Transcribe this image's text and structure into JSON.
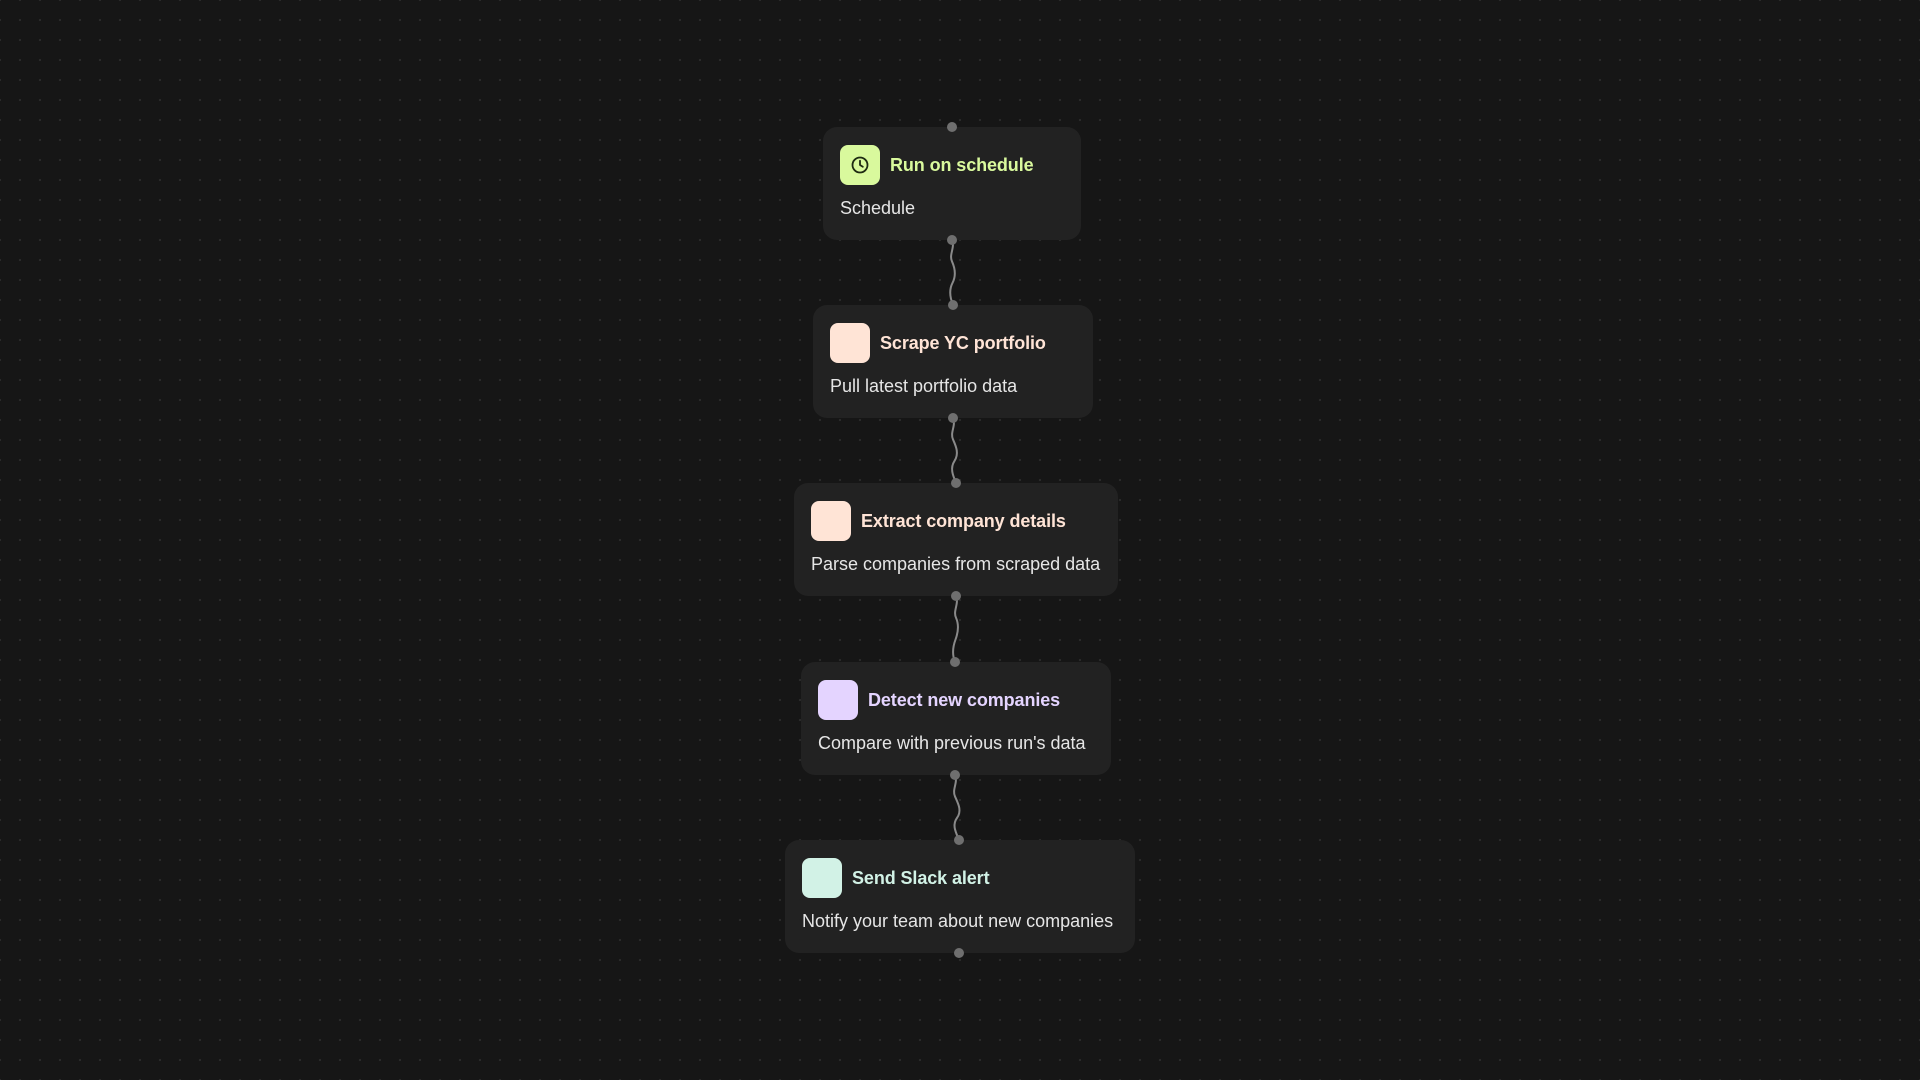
{
  "workflow": {
    "nodes": [
      {
        "title": "Run on schedule",
        "description": "Schedule",
        "icon": "clock-icon",
        "icon_bg": "#d9f99d",
        "title_color": "#d9f99d"
      },
      {
        "title": "Scrape YC portfolio",
        "description": "Pull latest portfolio data",
        "icon": "blank-icon",
        "icon_bg": "#ffe4d6",
        "title_color": "#ffe4d6"
      },
      {
        "title": "Extract company details",
        "description": "Parse companies from scraped data",
        "icon": "blank-icon",
        "icon_bg": "#ffe4d6",
        "title_color": "#ffe4d6"
      },
      {
        "title": "Detect new companies",
        "description": "Compare with previous run's data",
        "icon": "blank-icon",
        "icon_bg": "#e4d4ff",
        "title_color": "#e4d4ff"
      },
      {
        "title": "Send Slack alert",
        "description": "Notify your team about new companies",
        "icon": "blank-icon",
        "icon_bg": "#d2f2e6",
        "title_color": "#d2f2e6"
      }
    ]
  },
  "colors": {
    "background": "#161616",
    "node_background": "#222222",
    "port": "#6f6f6f",
    "connector": "#8a8a8a"
  }
}
